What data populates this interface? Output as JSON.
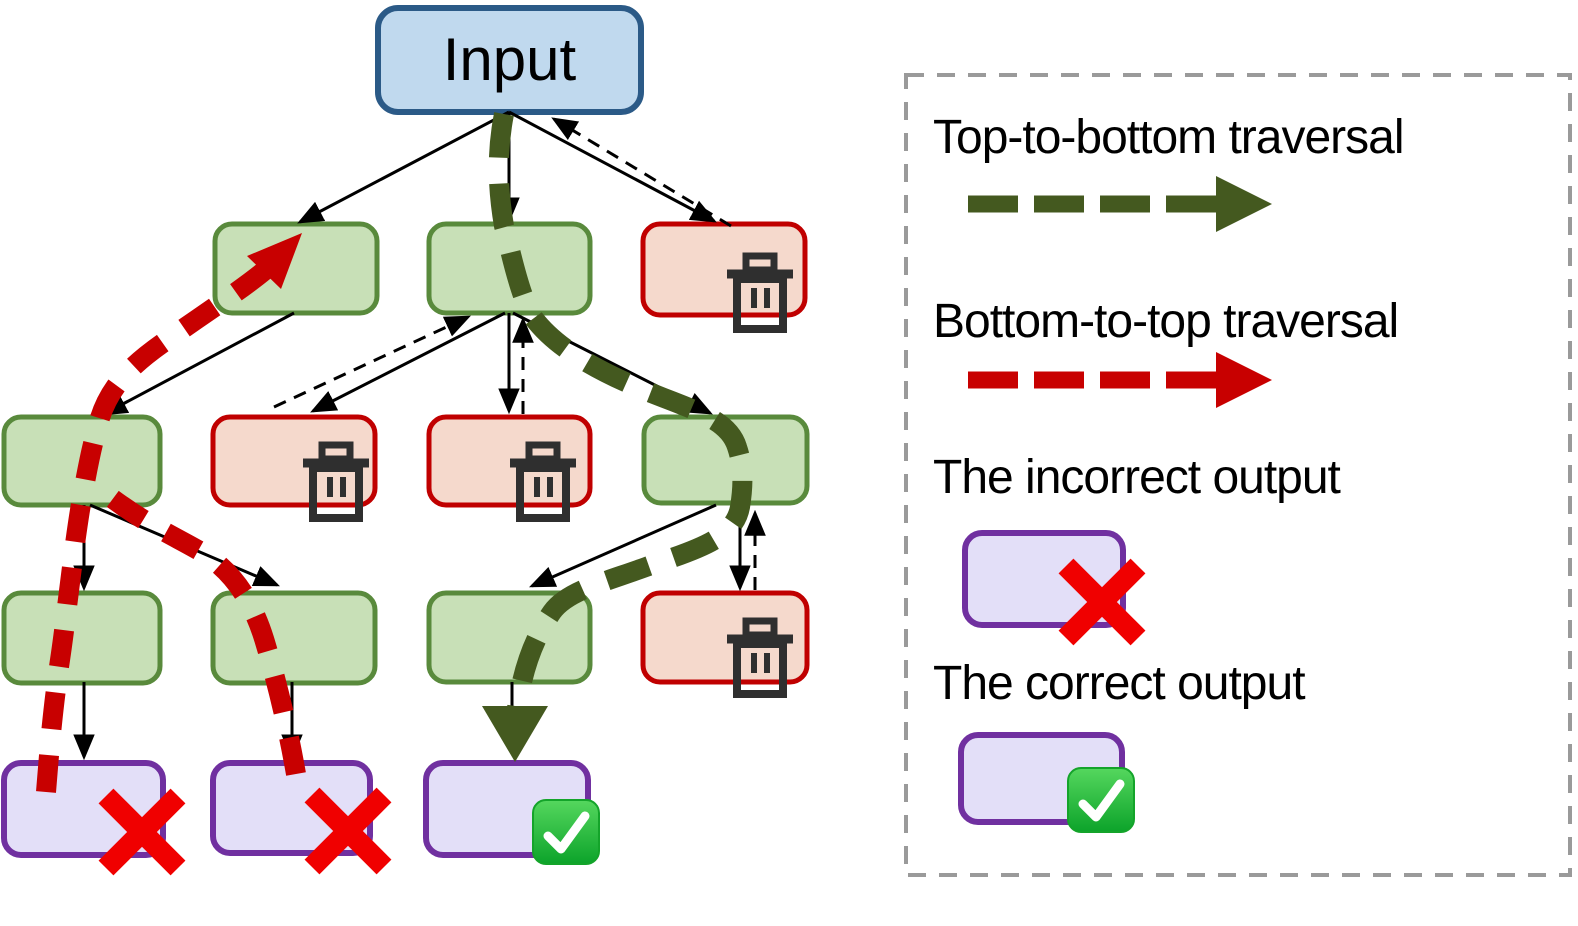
{
  "figure": {
    "kind": "tree-search-traversal-diagram",
    "input_label": "Input"
  },
  "tree": {
    "root": {
      "id": "input",
      "label": "Input",
      "type": "input"
    },
    "levels": [
      {
        "nodes": [
          {
            "id": "l1-n1",
            "state": "kept"
          },
          {
            "id": "l1-n2",
            "state": "kept"
          },
          {
            "id": "l1-n3",
            "state": "pruned",
            "icon": "trash-icon"
          }
        ]
      },
      {
        "nodes": [
          {
            "id": "l2-n1",
            "state": "kept"
          },
          {
            "id": "l2-n2",
            "state": "pruned",
            "icon": "trash-icon"
          },
          {
            "id": "l2-n3",
            "state": "pruned",
            "icon": "trash-icon"
          },
          {
            "id": "l2-n4",
            "state": "kept"
          }
        ]
      },
      {
        "nodes": [
          {
            "id": "l3-n1",
            "state": "kept"
          },
          {
            "id": "l3-n2",
            "state": "kept"
          },
          {
            "id": "l3-n3",
            "state": "kept"
          },
          {
            "id": "l3-n4",
            "state": "pruned",
            "icon": "trash-icon"
          }
        ]
      }
    ],
    "outputs": [
      {
        "id": "out-1",
        "result": "incorrect",
        "icon": "red-cross-icon"
      },
      {
        "id": "out-2",
        "result": "incorrect",
        "icon": "red-cross-icon"
      },
      {
        "id": "out-3",
        "result": "correct",
        "icon": "green-check-icon"
      }
    ],
    "relations": [
      {
        "from": "input",
        "to": "l1-n1",
        "type": "expand-solid"
      },
      {
        "from": "input",
        "to": "l1-n2",
        "type": "expand-solid"
      },
      {
        "from": "input",
        "to": "l1-n3",
        "type": "expand-solid"
      },
      {
        "from": "l1-n3",
        "to": "input",
        "type": "backtrack-dashed"
      },
      {
        "from": "l1-n1",
        "to": "l2-n1",
        "type": "expand-solid"
      },
      {
        "from": "l1-n2",
        "to": "l2-n2",
        "type": "expand-solid"
      },
      {
        "from": "l2-n2",
        "to": "l1-n2",
        "type": "backtrack-dashed"
      },
      {
        "from": "l1-n2",
        "to": "l2-n3",
        "type": "expand-solid"
      },
      {
        "from": "l2-n3",
        "to": "l1-n2",
        "type": "backtrack-dashed"
      },
      {
        "from": "l1-n2",
        "to": "l2-n4",
        "type": "expand-solid"
      },
      {
        "from": "l2-n1",
        "to": "l3-n1",
        "type": "expand-solid"
      },
      {
        "from": "l2-n1",
        "to": "l3-n2",
        "type": "expand-solid"
      },
      {
        "from": "l2-n4",
        "to": "l3-n3",
        "type": "expand-solid"
      },
      {
        "from": "l2-n4",
        "to": "l3-n4",
        "type": "expand-solid"
      },
      {
        "from": "l3-n4",
        "to": "l2-n4",
        "type": "backtrack-dashed"
      },
      {
        "from": "l3-n1",
        "to": "out-1",
        "type": "expand-solid"
      },
      {
        "from": "l3-n2",
        "to": "out-2",
        "type": "expand-solid"
      },
      {
        "from": "l3-n3",
        "to": "out-3",
        "type": "expand-solid"
      }
    ],
    "traversals": [
      {
        "name": "top-to-bottom",
        "color_key": "traversal_green",
        "path": [
          "input",
          "l1-n2",
          "l2-n4",
          "l3-n3",
          "out-3"
        ]
      },
      {
        "name": "bottom-to-top",
        "color_key": "traversal_red",
        "paths": [
          [
            "out-1",
            "l3-n1",
            "l2-n1",
            "l1-n1"
          ],
          [
            "out-2",
            "l3-n2",
            "l2-n1"
          ]
        ]
      }
    ]
  },
  "legend": {
    "items": [
      {
        "id": "top-to-bottom",
        "label": "Top-to-bottom traversal",
        "symbol": "green-dashed-arrow"
      },
      {
        "id": "bottom-to-top",
        "label": "Bottom-to-top traversal",
        "symbol": "red-dashed-arrow"
      },
      {
        "id": "incorrect-output",
        "label": "The incorrect output",
        "symbol": "purple-box-with-red-cross"
      },
      {
        "id": "correct-output",
        "label": "The correct output",
        "symbol": "purple-box-with-green-check"
      }
    ]
  },
  "colors": {
    "background": "#ffffff",
    "input_fill": "#c0d9ee",
    "input_border": "#2b5a87",
    "kept_fill": "#c8e0b7",
    "kept_border": "#598a3c",
    "pruned_fill": "#f5d9cc",
    "pruned_border": "#c00000",
    "output_fill": "#e3dff8",
    "output_border": "#7030a0",
    "traversal_green": "#44591f",
    "traversal_red": "#c80000",
    "cross_red": "#f00000",
    "check_green": "#14a42a",
    "edge_black": "#000000",
    "trash_gray": "#2f2f2f",
    "legend_border": "#9a9a9a"
  }
}
